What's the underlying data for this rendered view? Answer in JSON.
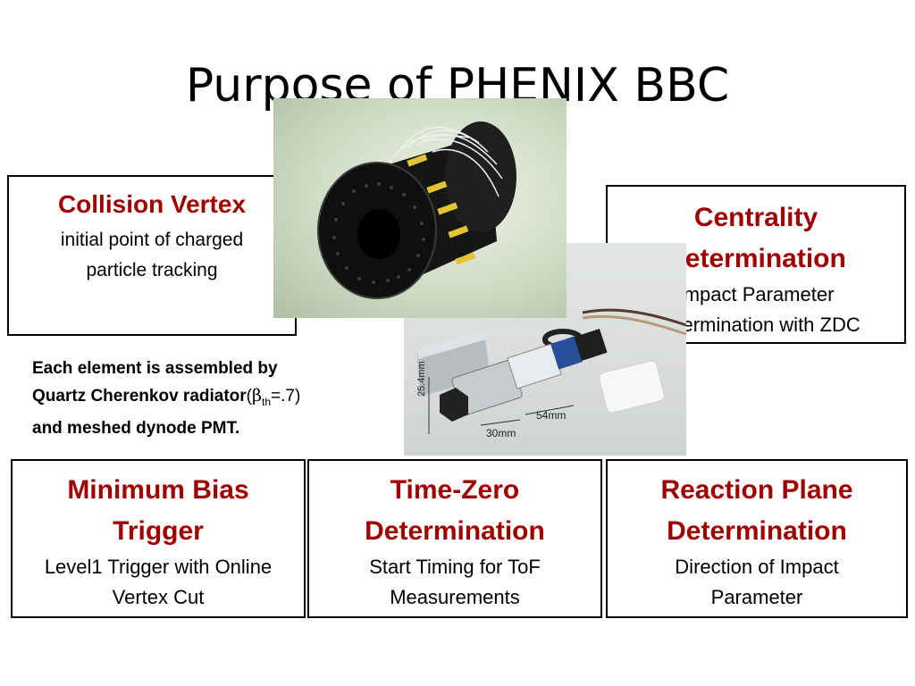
{
  "slide": {
    "title": "Purpose of PHENIX BBC"
  },
  "boxes": {
    "collision": {
      "heading": "Collision Vertex",
      "desc_lines": [
        "initial point of charged",
        "particle tracking"
      ]
    },
    "centrality": {
      "heading_lines": [
        "Centrality",
        "Determination"
      ],
      "desc_lines": [
        "Impact Parameter",
        "Determination with ZDC"
      ]
    },
    "minbias": {
      "heading_lines": [
        "Minimum Bias",
        "Trigger"
      ],
      "desc_lines": [
        "Level1 Trigger with Online",
        "Vertex Cut"
      ]
    },
    "timezero": {
      "heading_lines": [
        "Time-Zero",
        "Determination"
      ],
      "desc_lines": [
        "Start Timing for ToF",
        "Measurements"
      ]
    },
    "reaction": {
      "heading_lines": [
        "Reaction Plane",
        "Determination"
      ],
      "desc_lines": [
        "Direction of Impact",
        "Parameter"
      ]
    }
  },
  "note": {
    "line1": "Each element is assembled by",
    "line2_prefix": "Quartz Cherenkov radiator",
    "beta_symbol": "β",
    "beta_sub": "th",
    "line2_suffix": "=.7)",
    "open_paren": "(",
    "line3": "and meshed dynode PMT."
  },
  "photo_labels": {
    "dim_height": "25.4mm",
    "dim_length_a": "30mm",
    "dim_length_b": "54mm"
  },
  "colors": {
    "heading": "#a00000",
    "border": "#000000",
    "background": "#ffffff"
  }
}
